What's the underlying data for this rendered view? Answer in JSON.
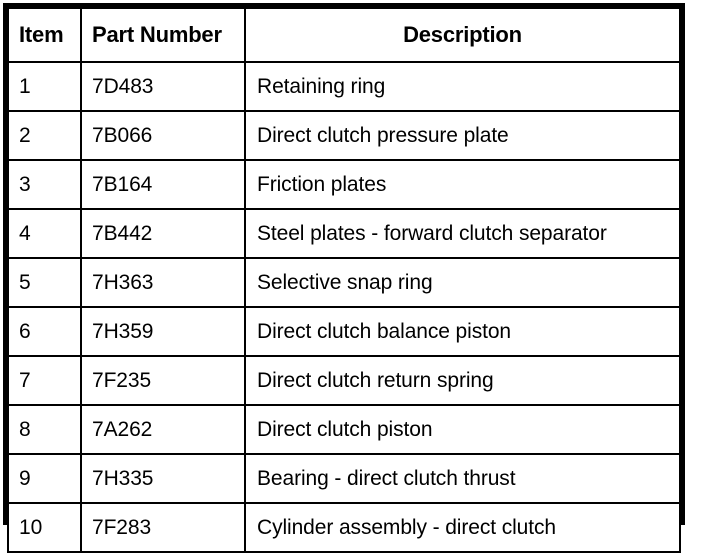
{
  "table": {
    "columns": [
      {
        "key": "item",
        "label": "Item",
        "align": "left"
      },
      {
        "key": "part_number",
        "label": "Part Number",
        "align": "left"
      },
      {
        "key": "description",
        "label": "Description",
        "align": "center"
      }
    ],
    "rows": [
      {
        "item": "1",
        "part_number": "7D483",
        "description": "Retaining ring"
      },
      {
        "item": "2",
        "part_number": "7B066",
        "description": "Direct clutch pressure plate"
      },
      {
        "item": "3",
        "part_number": "7B164",
        "description": "Friction plates"
      },
      {
        "item": "4",
        "part_number": "7B442",
        "description": "Steel plates - forward clutch separator"
      },
      {
        "item": "5",
        "part_number": "7H363",
        "description": "Selective snap ring"
      },
      {
        "item": "6",
        "part_number": "7H359",
        "description": "Direct clutch balance piston"
      },
      {
        "item": "7",
        "part_number": "7F235",
        "description": "Direct clutch return spring"
      },
      {
        "item": "8",
        "part_number": "7A262",
        "description": "Direct clutch piston"
      },
      {
        "item": "9",
        "part_number": "7H335",
        "description": "Bearing - direct clutch thrust"
      },
      {
        "item": "10",
        "part_number": "7F283",
        "description": "Cylinder assembly - direct clutch"
      }
    ]
  },
  "colors": {
    "border": "#000000",
    "text": "#000000",
    "background": "#ffffff"
  }
}
